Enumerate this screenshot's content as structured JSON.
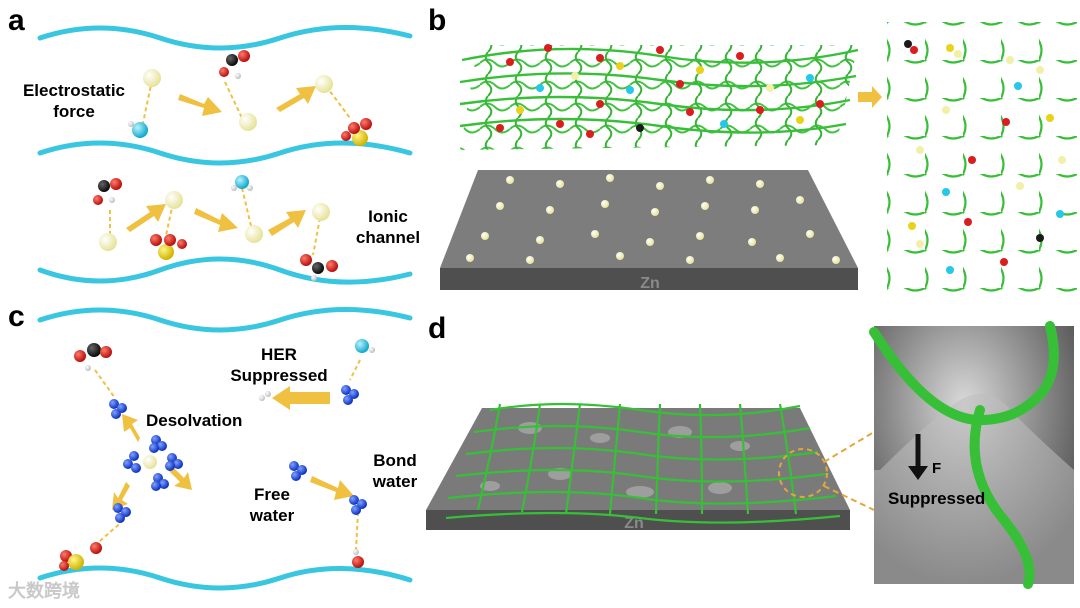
{
  "panels": {
    "a": {
      "letter": "a",
      "electrostatic_line1": "Electrostatic",
      "electrostatic_line2": "force",
      "ionic_line1": "Ionic",
      "ionic_line2": "channel"
    },
    "b": {
      "letter": "b",
      "substrate": "Zn"
    },
    "c": {
      "letter": "c",
      "her_line1": "HER",
      "her_line2": "Suppressed",
      "desolvation": "Desolvation",
      "free_line1": "Free",
      "free_line2": "water",
      "bond_line1": "Bond",
      "bond_line2": "water"
    },
    "d": {
      "letter": "d",
      "substrate": "Zn",
      "force": "F",
      "suppressed": "Suppressed"
    }
  },
  "watermark": "大数跨境",
  "colors": {
    "chain": "#38c6e0",
    "hydrogel": "#37c037",
    "arrow": "#f0c040",
    "zn_ion": "#f2f0a8",
    "oxygen": "#d81e1e",
    "carbon": "#1a1a1a",
    "hydrogen": "#eeeeee",
    "cyan_ion": "#25c8e6",
    "sulfur": "#e8d21a",
    "water_blue": "#1e4fe0",
    "slab_top": "#7d7d7d",
    "slab_side": "#4f4f4f"
  }
}
